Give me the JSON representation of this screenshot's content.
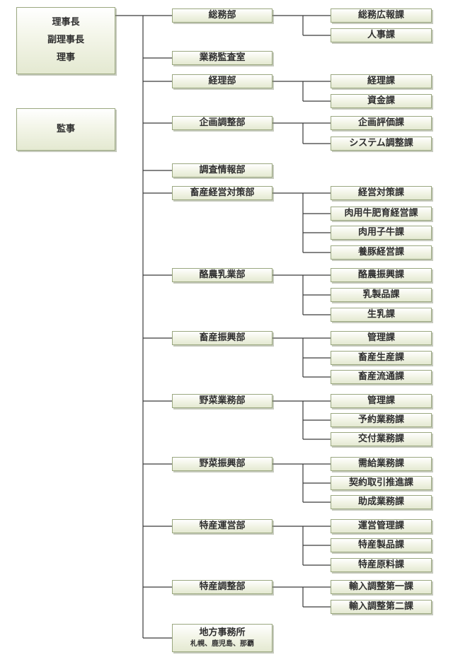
{
  "executives": [
    "理事長",
    "副理事長",
    "理事"
  ],
  "auditor": "監事",
  "departments": [
    {
      "name": "総務部",
      "sections": [
        "総務広報課",
        "人事課"
      ]
    },
    {
      "name": "業務監査室",
      "sections": []
    },
    {
      "name": "経理部",
      "sections": [
        "経理課",
        "資金課"
      ]
    },
    {
      "name": "企画調整部",
      "sections": [
        "企画評価課",
        "システム調整課"
      ]
    },
    {
      "name": "調査情報部",
      "sections": []
    },
    {
      "name": "畜産経営対策部",
      "sections": [
        "経営対策課",
        "肉用牛肥育経営課",
        "肉用子牛課",
        "養豚経営課"
      ]
    },
    {
      "name": "酪農乳業部",
      "sections": [
        "酪農振興課",
        "乳製品課",
        "生乳課"
      ]
    },
    {
      "name": "畜産振興部",
      "sections": [
        "管理課",
        "畜産生産課",
        "畜産流通課"
      ]
    },
    {
      "name": "野菜業務部",
      "sections": [
        "管理課",
        "予約業務課",
        "交付業務課"
      ]
    },
    {
      "name": "野菜振興部",
      "sections": [
        "需給業務課",
        "契約取引推進課",
        "助成業務課"
      ]
    },
    {
      "name": "特産運営部",
      "sections": [
        "運営管理課",
        "特産製品課",
        "特産原料課"
      ]
    },
    {
      "name": "特産調整部",
      "sections": [
        "輸入調整第一課",
        "輸入調整第二課"
      ]
    }
  ],
  "branch": {
    "name": "地方事務所",
    "locations": "札幌、鹿児島、那覇"
  },
  "colors": {
    "line": "#3a3a3a",
    "box_border": "#9aa77f",
    "box_fill": "#eef1e0",
    "text": "#2f2f2f"
  }
}
